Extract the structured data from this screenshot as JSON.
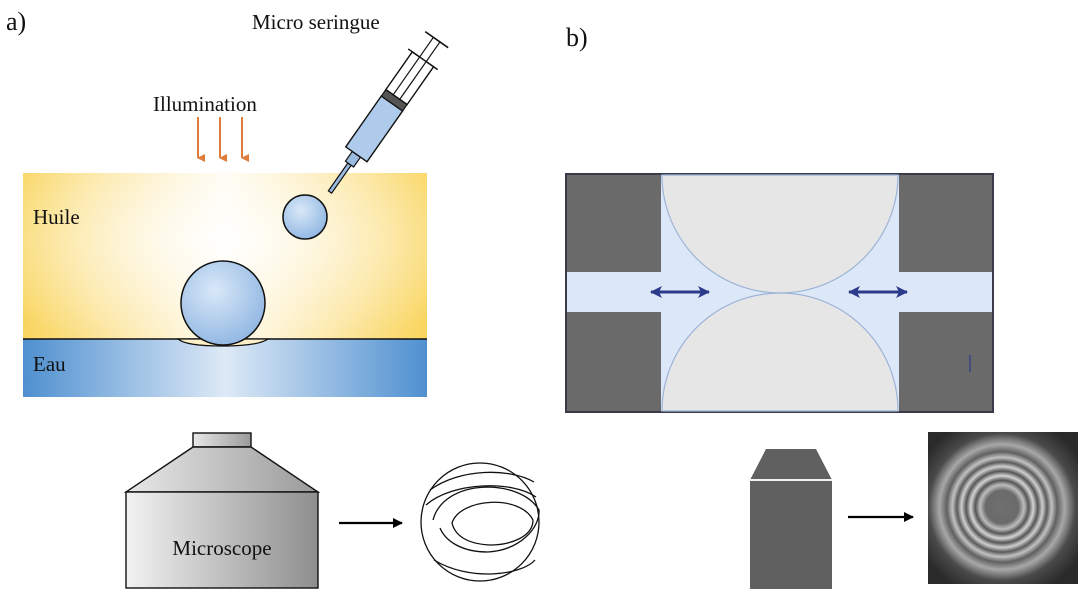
{
  "panel_a": {
    "label": "a)",
    "syringe_label": "Micro seringue",
    "illumination_label": "Illumination",
    "oil_label": "Huile",
    "water_label": "Eau",
    "microscope_label": "Microscope"
  },
  "panel_b": {
    "label": "b)"
  },
  "colors": {
    "oil_edge": "#f9d55f",
    "oil_center": "#fffbf0",
    "water_edge": "#4f90d0",
    "water_center": "#dde9f6",
    "droplet": "#a9c9ec",
    "arrow_orange": "#e07c3a",
    "channel_fill": "#dce8f7",
    "dark_gray": "#6a6a6a",
    "chamber_gray": "#e6e6e6",
    "flow_arrow": "#2b3a8a"
  }
}
